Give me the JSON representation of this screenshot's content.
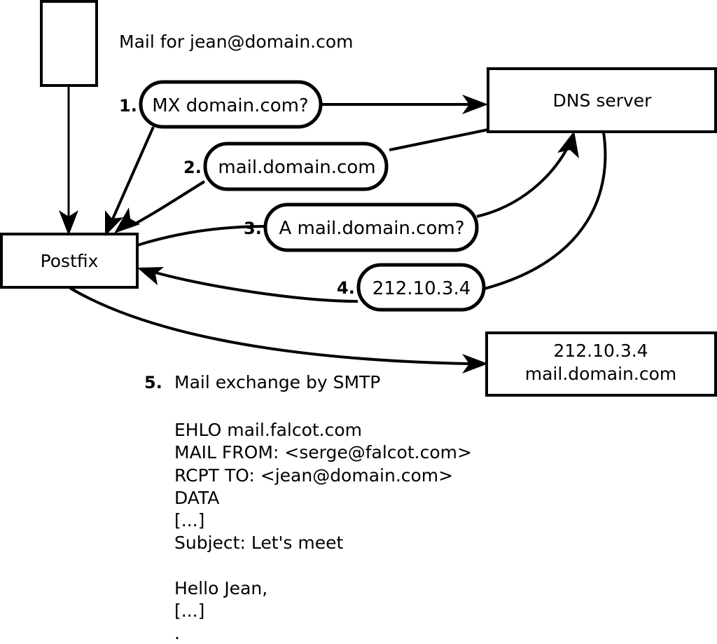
{
  "diagram": {
    "title_note": "Mail for jean@domain.com",
    "nodes": {
      "sender": {
        "label": ""
      },
      "postfix": {
        "label": "Postfix"
      },
      "dns": {
        "label": "DNS server"
      },
      "target": {
        "line1": "212.10.3.4",
        "line2": "mail.domain.com"
      }
    },
    "steps": [
      {
        "num": "1.",
        "text": "MX domain.com?"
      },
      {
        "num": "2.",
        "text": "mail.domain.com"
      },
      {
        "num": "3.",
        "text": "A mail.domain.com?"
      },
      {
        "num": "4.",
        "text": "212.10.3.4"
      }
    ],
    "smtp_step": {
      "num": "5.",
      "label": "Mail exchange by SMTP"
    },
    "smtp_transcript": [
      "EHLO mail.falcot.com",
      "MAIL FROM: <serge@falcot.com>",
      "RCPT TO: <jean@domain.com>",
      "DATA",
      "[...]",
      "Subject: Let's meet",
      "",
      "Hello Jean,",
      "[...]",
      "."
    ],
    "colors": {
      "stroke": "#000000",
      "fill": "#ffffff",
      "background": "#ffffff"
    }
  }
}
